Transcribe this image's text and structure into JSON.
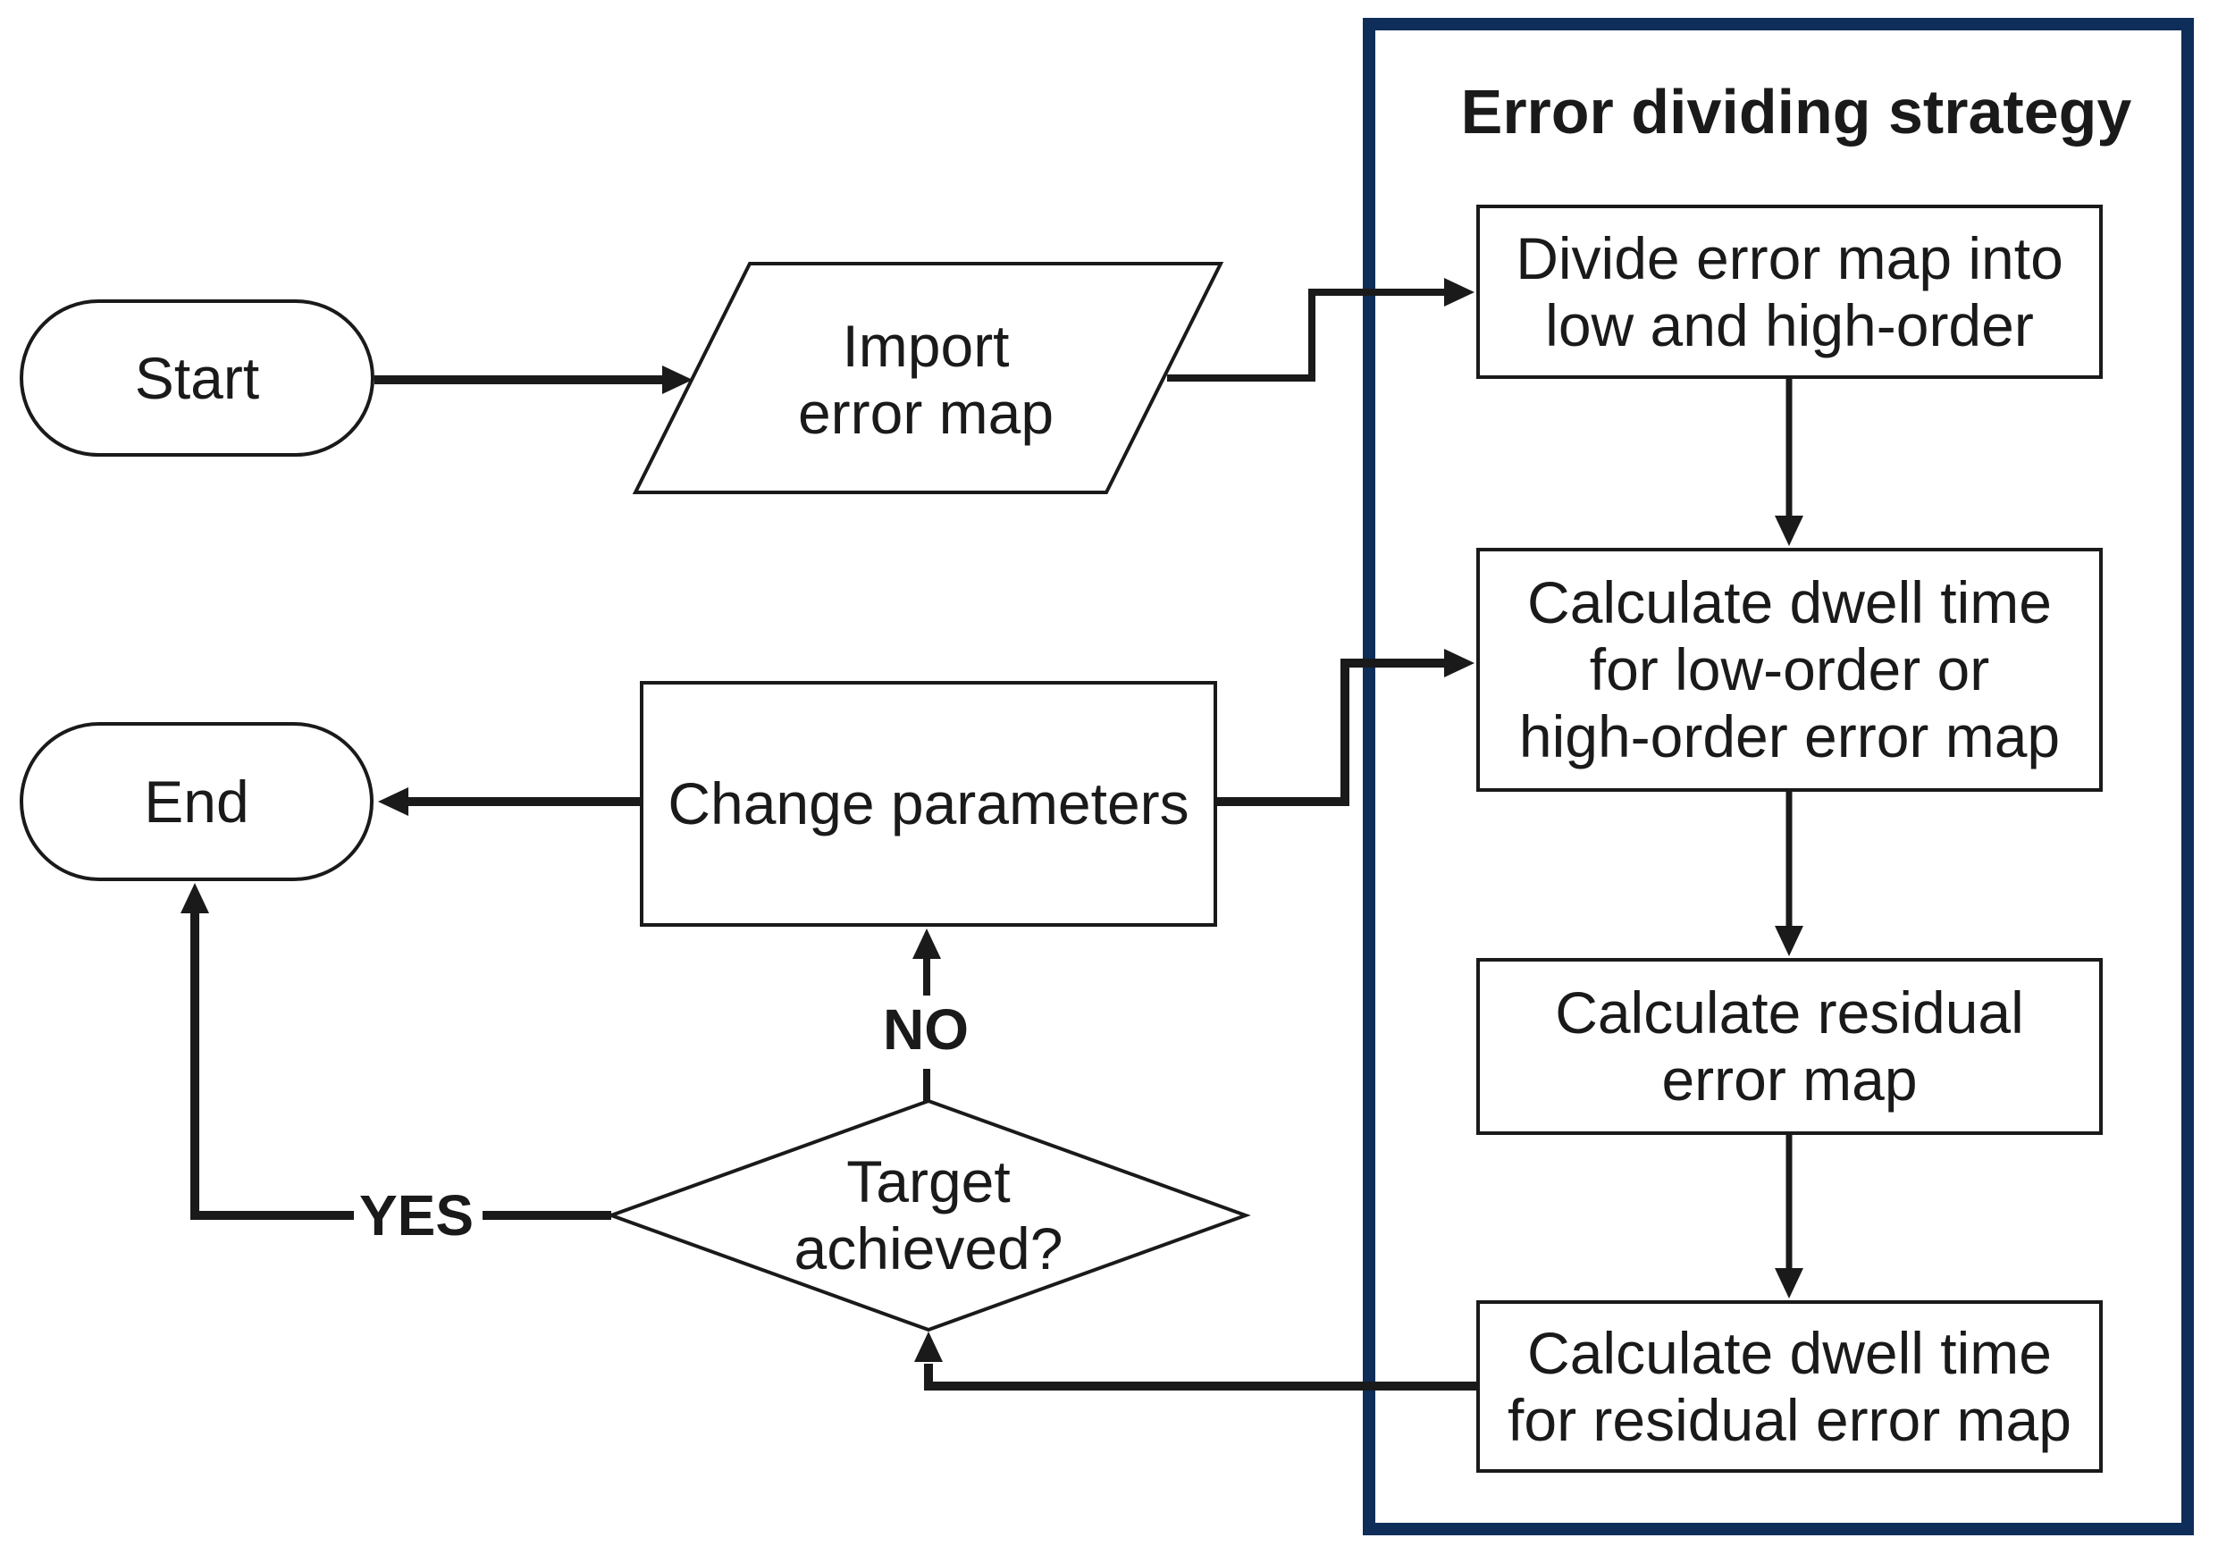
{
  "diagram": {
    "panel": {
      "title": "Error dividing strategy"
    },
    "nodes": {
      "start": {
        "label": "Start"
      },
      "import_error_map": {
        "lines": [
          "Import",
          "error map"
        ]
      },
      "divide_error_map": {
        "lines": [
          "Divide error map into",
          "low and high-order"
        ]
      },
      "calc_dwell_low_high": {
        "lines": [
          "Calculate dwell time",
          "for low-order or",
          "high-order error map"
        ]
      },
      "calc_residual": {
        "lines": [
          "Calculate residual",
          "error map"
        ]
      },
      "calc_dwell_residual": {
        "lines": [
          "Calculate dwell time",
          "for residual error map"
        ]
      },
      "change_parameters": {
        "label": "Change parameters"
      },
      "decision": {
        "lines": [
          "Target",
          "achieved?"
        ]
      },
      "end": {
        "label": "End"
      }
    },
    "edge_labels": {
      "yes": "YES",
      "no": "NO"
    },
    "colors": {
      "container_border": "#0e2d59",
      "stroke": "#1a1a1a",
      "text": "#1a1a1a",
      "background": "#ffffff"
    }
  }
}
